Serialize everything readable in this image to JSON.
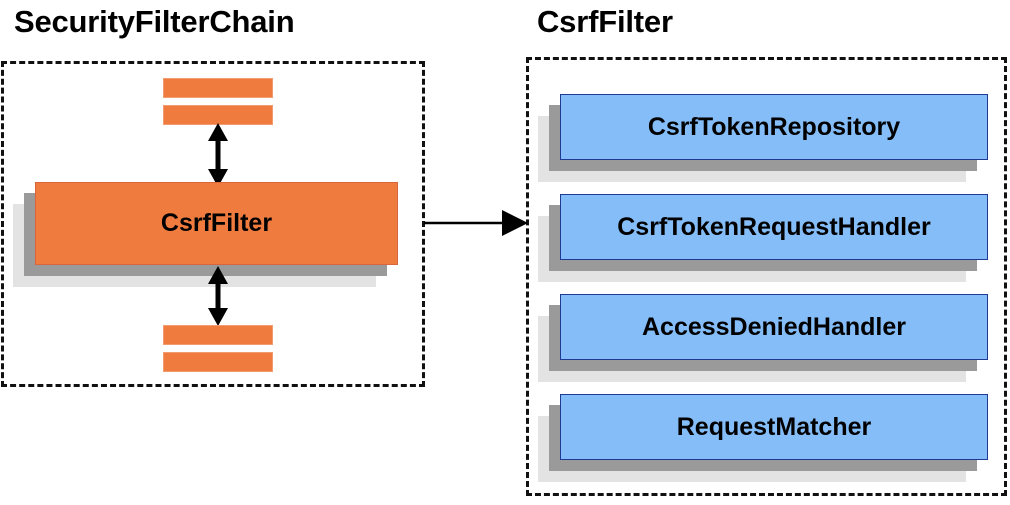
{
  "diagram": {
    "title_left": "SecurityFilterChain",
    "title_right": "CsrfFilter",
    "colors": {
      "orange": "#f07b3f",
      "blue": "#84bdf7",
      "shadow_mid": "#9a9a9a",
      "shadow_back": "#e3e3e3",
      "dash_border": "#111111",
      "arrow": "#000000",
      "text": "#000000"
    },
    "left_panel": {
      "name": "SecurityFilterChain",
      "top_filter_bars": [
        {
          "label": ""
        },
        {
          "label": ""
        }
      ],
      "main_component": {
        "label": "CsrfFilter"
      },
      "bottom_filter_bars": [
        {
          "label": ""
        },
        {
          "label": ""
        }
      ],
      "arrows": [
        {
          "label": "",
          "direction": "bidirectional-vertical",
          "position": "above-csrffilter"
        },
        {
          "label": "",
          "direction": "bidirectional-vertical",
          "position": "below-csrffilter"
        }
      ]
    },
    "connector": {
      "label": "",
      "direction": "left-to-right",
      "from": "SecurityFilterChain",
      "to": "CsrfFilter"
    },
    "right_panel": {
      "name": "CsrfFilter",
      "components": [
        {
          "label": "CsrfTokenRepository"
        },
        {
          "label": "CsrfTokenRequestHandler"
        },
        {
          "label": "AccessDeniedHandler"
        },
        {
          "label": "RequestMatcher"
        }
      ]
    }
  }
}
